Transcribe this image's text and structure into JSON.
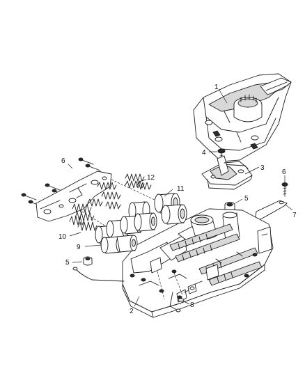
{
  "callouts": [
    {
      "id": "c1",
      "label": "1"
    },
    {
      "id": "c2",
      "label": "2"
    },
    {
      "id": "c3",
      "label": "3"
    },
    {
      "id": "c4",
      "label": "4"
    },
    {
      "id": "c5a",
      "label": "5"
    },
    {
      "id": "c5b",
      "label": "5"
    },
    {
      "id": "c6a",
      "label": "6"
    },
    {
      "id": "c6b",
      "label": "6"
    },
    {
      "id": "c7",
      "label": "7"
    },
    {
      "id": "c8",
      "label": "8"
    },
    {
      "id": "c9",
      "label": "9"
    },
    {
      "id": "c10",
      "label": "10"
    },
    {
      "id": "c11",
      "label": "11"
    },
    {
      "id": "c12",
      "label": "12"
    }
  ],
  "parts": [
    "solenoid-assembly",
    "valve-body",
    "bracket",
    "screw",
    "plug",
    "bolt",
    "support-strap",
    "filter-screens",
    "accumulator-piston",
    "accumulator-spring",
    "check-ball-retainer",
    "transfer-plate"
  ]
}
